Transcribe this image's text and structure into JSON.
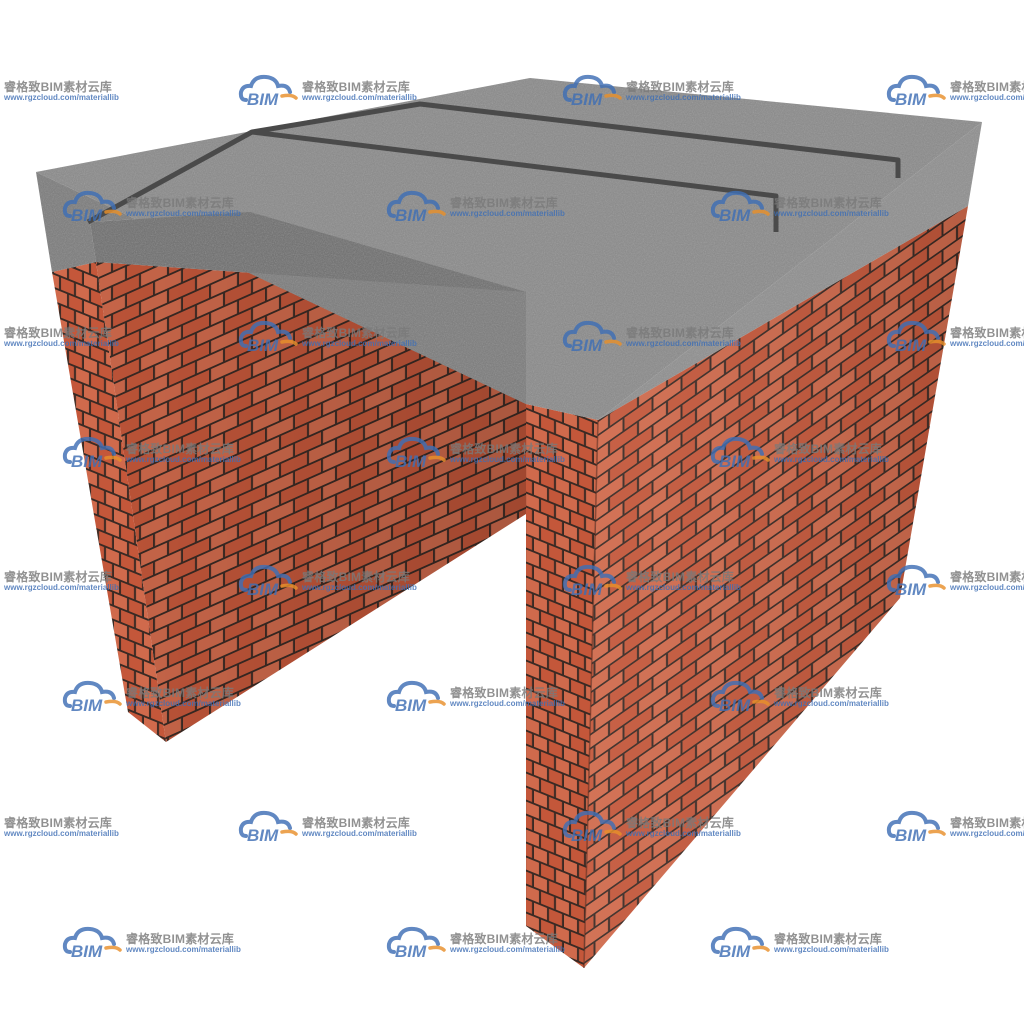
{
  "scene": {
    "subject": "brick-walls-with-concrete-slab",
    "colors": {
      "background": "#ffffff",
      "brick": "#c4573a",
      "brick_light": "#d06a4c",
      "brick_dark": "#9a3f28",
      "mortar": "#3a2a24",
      "concrete_top": "#8a8a8a",
      "concrete_front": "#7c7c7c",
      "concrete_side": "#8f8f8f",
      "slab_joint": "#4a4a4a"
    }
  },
  "watermark": {
    "logo_text": "BIM",
    "brand": "睿格致BIM素材云库",
    "url": "www.rgzcloud.com/materiallib",
    "colors": {
      "cloud_blue": "#3f6fb5",
      "cloud_orange": "#e8902b",
      "brand_text": "#7a7a7a",
      "url_text": "#3f6fb5"
    }
  }
}
